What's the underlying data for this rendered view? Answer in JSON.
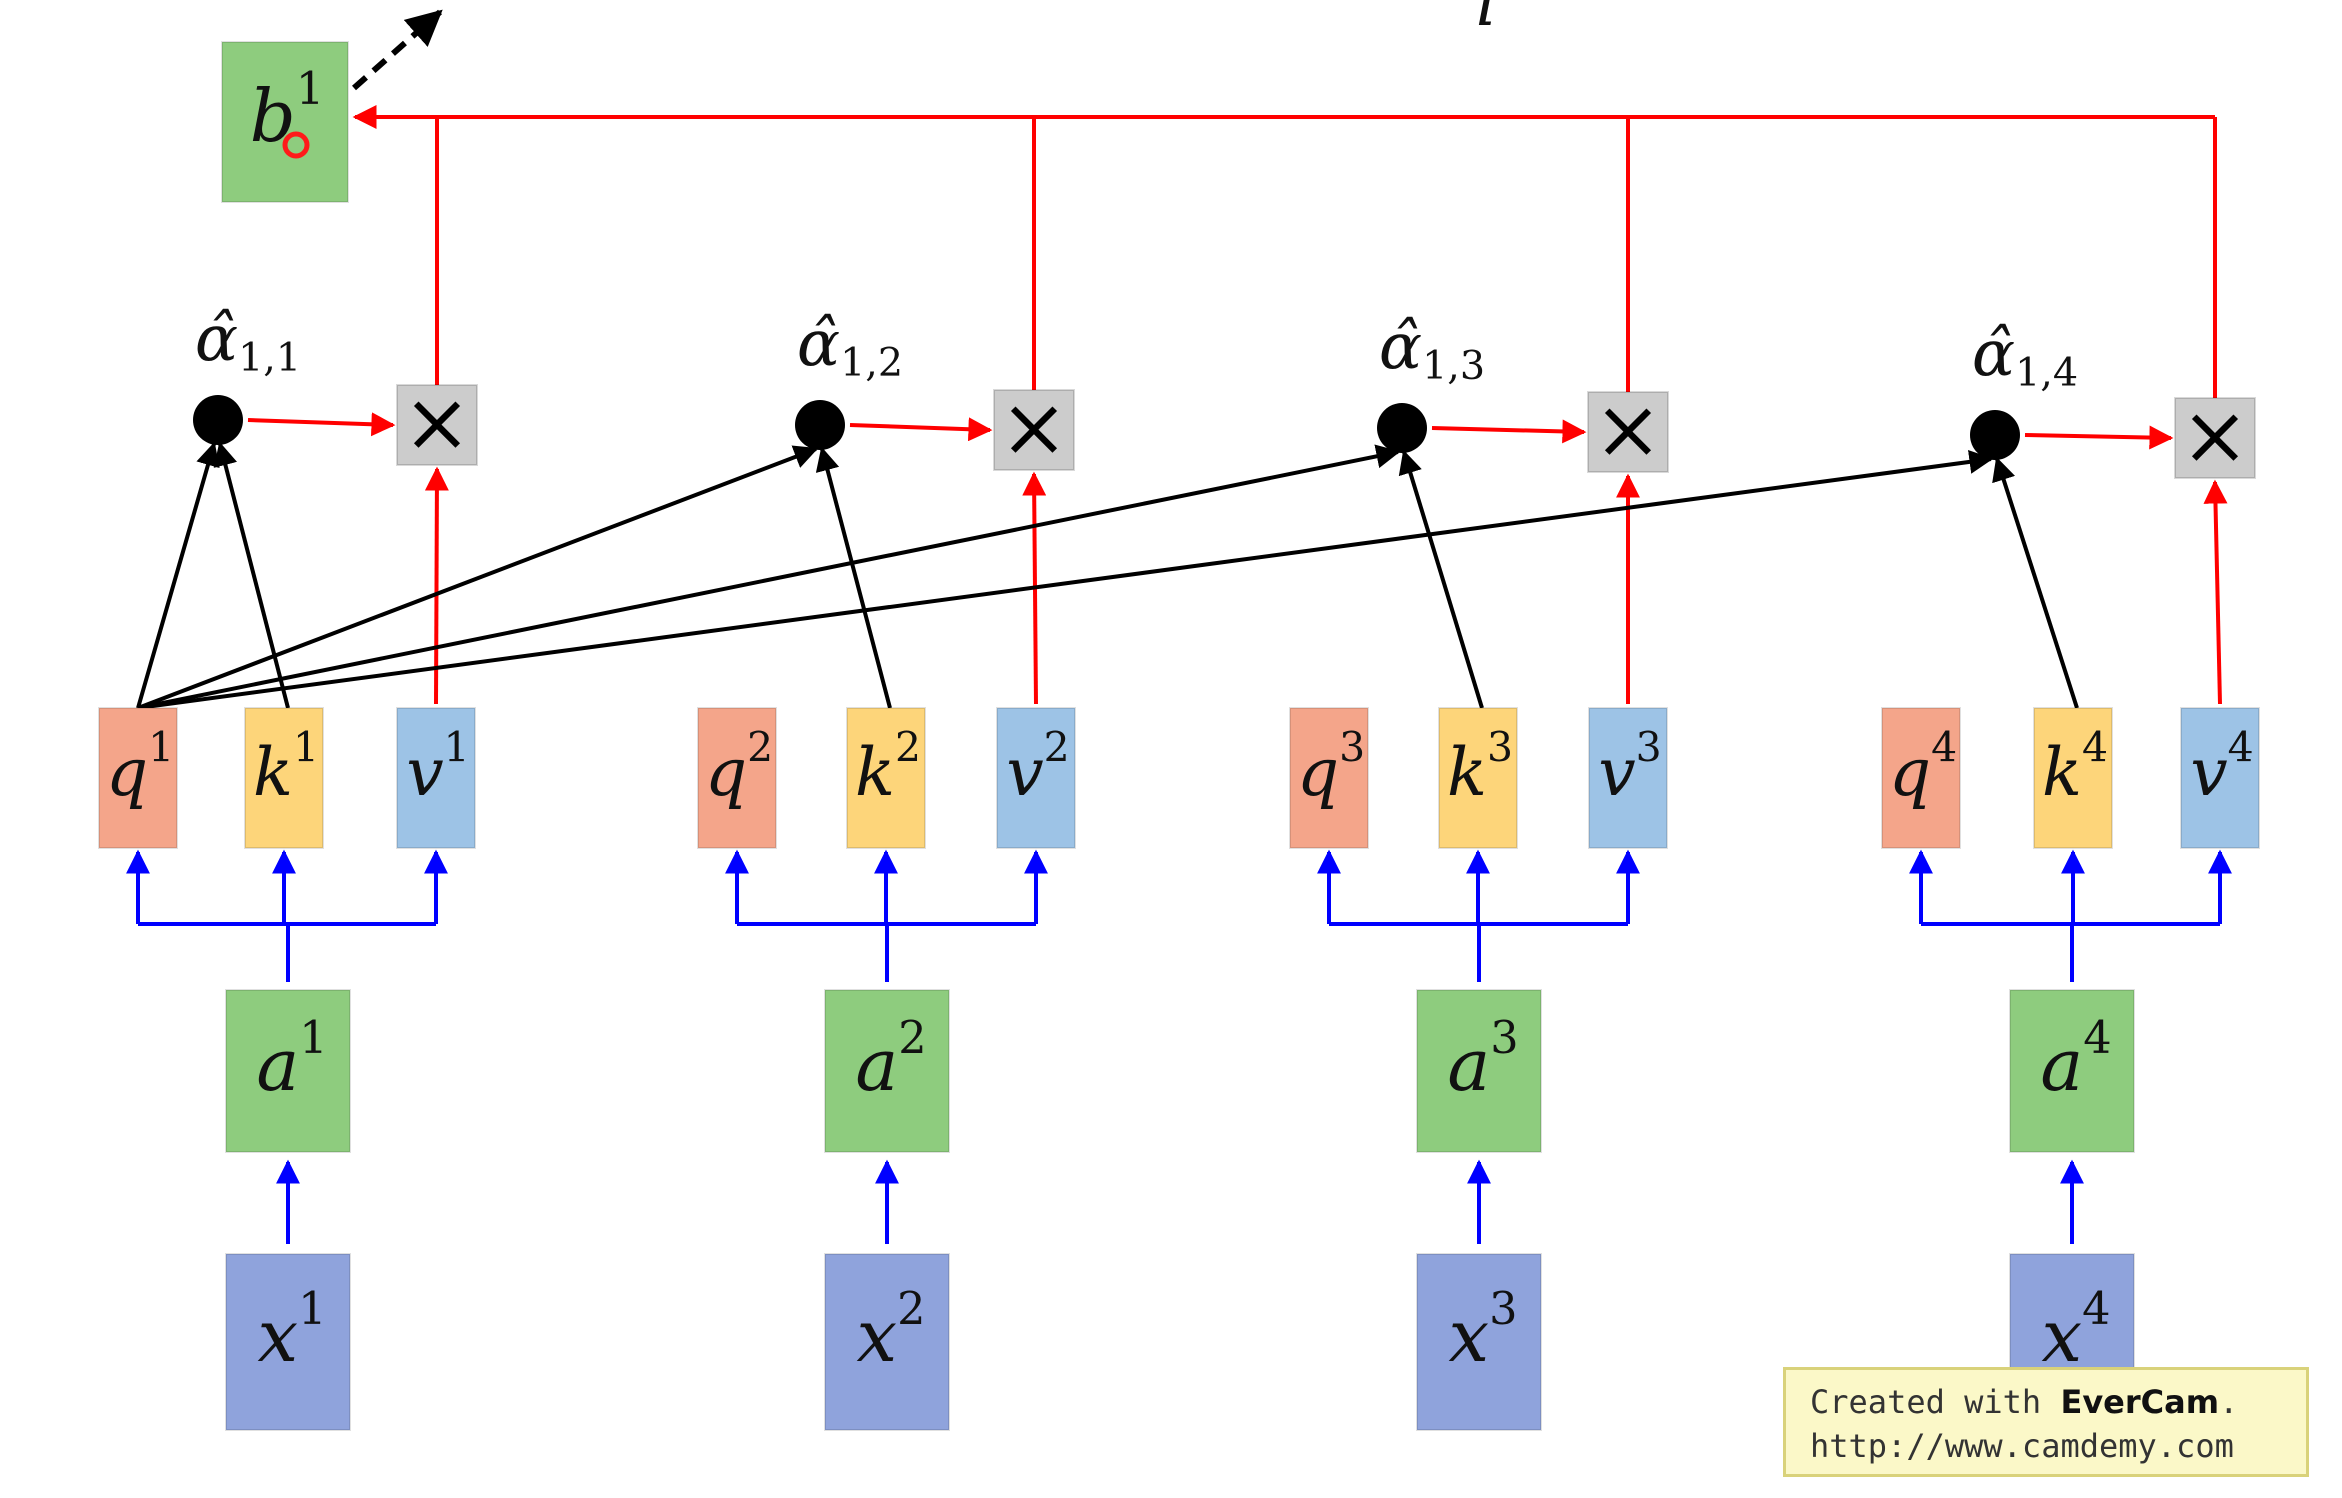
{
  "colors": {
    "query": "#f4a58a",
    "key": "#fdd57a",
    "value": "#9dc3e6",
    "input": "#8fa3dc",
    "embedding": "#8ecc7e",
    "output": "#8ecc7e",
    "multiply": "#cccccc",
    "red_arrow": "#ff0000",
    "blue_arrow": "#0000ff",
    "black_arrow": "#000000"
  },
  "output_box": {
    "base": "b",
    "sup": "1"
  },
  "top_partial_glyph": "i",
  "columns": [
    {
      "x": {
        "base": "x",
        "sup": "1"
      },
      "a": {
        "base": "a",
        "sup": "1"
      },
      "q": {
        "base": "q",
        "sup": "1"
      },
      "k": {
        "base": "k",
        "sup": "1"
      },
      "v": {
        "base": "v",
        "sup": "1"
      },
      "alpha": {
        "base": "α̂",
        "sub": "1,1"
      },
      "mult": "×"
    },
    {
      "x": {
        "base": "x",
        "sup": "2"
      },
      "a": {
        "base": "a",
        "sup": "2"
      },
      "q": {
        "base": "q",
        "sup": "2"
      },
      "k": {
        "base": "k",
        "sup": "2"
      },
      "v": {
        "base": "v",
        "sup": "2"
      },
      "alpha": {
        "base": "α̂",
        "sub": "1,2"
      },
      "mult": "×"
    },
    {
      "x": {
        "base": "x",
        "sup": "3"
      },
      "a": {
        "base": "a",
        "sup": "3"
      },
      "q": {
        "base": "q",
        "sup": "3"
      },
      "k": {
        "base": "k",
        "sup": "3"
      },
      "v": {
        "base": "v",
        "sup": "3"
      },
      "alpha": {
        "base": "α̂",
        "sub": "1,3"
      },
      "mult": "×"
    },
    {
      "x": {
        "base": "x",
        "sup": "4"
      },
      "a": {
        "base": "a",
        "sup": "4"
      },
      "q": {
        "base": "q",
        "sup": "4"
      },
      "k": {
        "base": "k",
        "sup": "4"
      },
      "v": {
        "base": "v",
        "sup": "4"
      },
      "alpha": {
        "base": "α̂",
        "sub": "1,4"
      },
      "mult": "×"
    }
  ],
  "watermark": {
    "line1_prefix": "Created with ",
    "line1_brand": "EverCam",
    "line1_suffix": ".",
    "line2": "http://www.camdemy.com"
  }
}
